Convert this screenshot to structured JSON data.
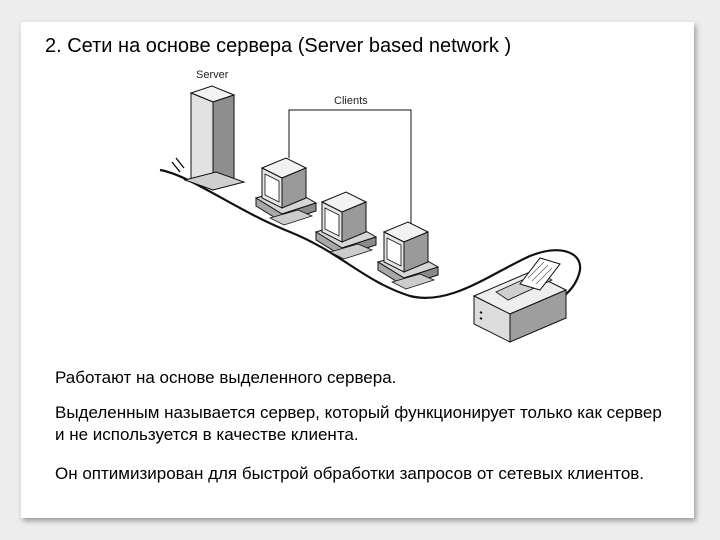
{
  "slide": {
    "title": "2. Сети на основе сервера (Server based network )",
    "diagram": {
      "server_label": "Server",
      "clients_label": "Clients"
    },
    "paragraphs": [
      "Работают на основе выделенного сервера.",
      "Выделенным называется сервер, который функционирует только как сервер и не используется в качестве клиента.",
      "Он оптимизирован для быстрой обработки запросов от сетевых клиентов."
    ]
  }
}
